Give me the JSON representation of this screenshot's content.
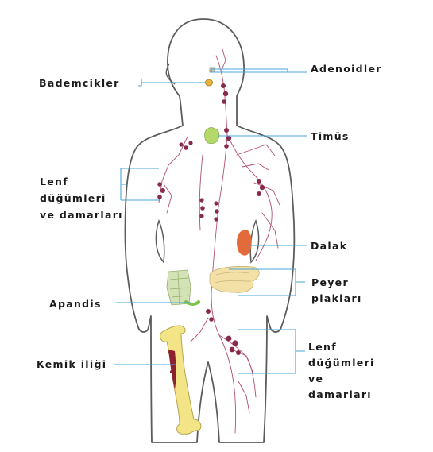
{
  "labels": {
    "adenoids": "Adenoidler",
    "tonsils": "Bademcikler",
    "thymus": "Timüs",
    "lymph_left": [
      "Lenf",
      "düğümleri",
      "ve damarları"
    ],
    "spleen": "Dalak",
    "peyer": [
      "Peyer",
      "plakları"
    ],
    "appendix": "Apandis",
    "lymph_right": [
      "Lenf",
      "düğümleri",
      "ve",
      "damarları"
    ],
    "marrow": "Kemik iliği"
  },
  "colors": {
    "outline": "#5c5c5c",
    "leader_lines": "#4aa3d8",
    "lymph_vessels": "#b0506e",
    "lymph_nodes": "#8a2a4a",
    "thymus": "#b4d86a",
    "spleen": "#e36a3a",
    "peyer_patches": "#f2e0a6",
    "appendix": "#9ed46a",
    "bone": "#f3e487",
    "marrow": "#8a2230",
    "tonsils": "#e8b33a"
  }
}
